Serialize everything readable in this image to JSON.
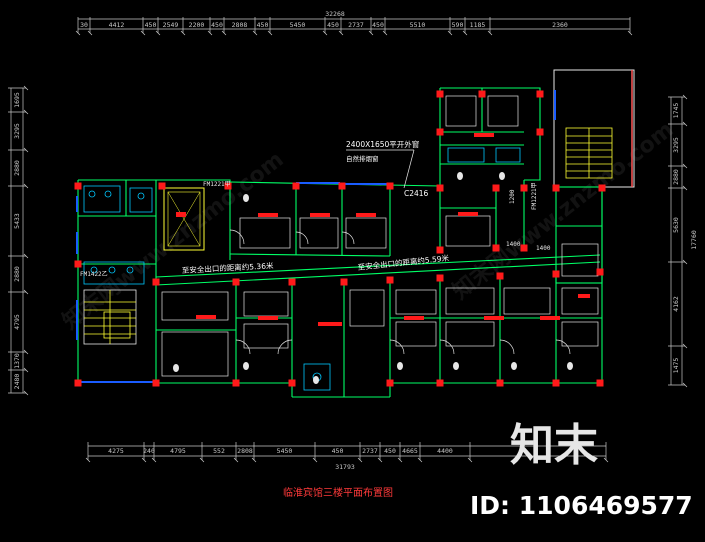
{
  "top_dims": {
    "total": "32268",
    "segments": [
      "30",
      "4412",
      "450",
      "2549",
      "2200",
      "450",
      "2808",
      "450",
      "5450",
      "450",
      "2737",
      "450",
      "5510",
      "590",
      "1185",
      "2360"
    ]
  },
  "bottom_dims": {
    "total": "31793",
    "segments": [
      "4275",
      "240",
      "4795",
      "552",
      "2808",
      "5450",
      "450",
      "2737",
      "450",
      "4665",
      "4400"
    ]
  },
  "left_dims": {
    "segments": [
      "1695",
      "3295",
      "2880",
      "5433",
      "2880",
      "4795",
      "1370",
      "2480"
    ]
  },
  "right_dims": {
    "total": "17760",
    "segments": [
      "1745",
      "3295",
      "2880",
      "5630",
      "4162",
      "1475"
    ]
  },
  "annotations": {
    "window_spec": "2400X1650平开外窗",
    "window_sub": "自然排烟窗",
    "window_code": "C2416",
    "exit_distance_1": "至安全出口的距离约5.36米",
    "exit_distance_2": "至安全出口的距离约5.59米",
    "door_fm1": "FM1221甲",
    "door_fm2": "FM1422乙",
    "door_fm3": "FM1221甲",
    "small_1": "1200",
    "small_2": "1400",
    "small_3": "1400"
  },
  "title": "临淮宾馆三楼平面布置图",
  "logo_text": "知末",
  "id_text": "ID: 1106469577",
  "watermark": "知末网www.znzmo.com",
  "colors": {
    "wall": "#00ff66",
    "dim": "#c8c8c8",
    "column": "#ff1a1a",
    "window": "#1a5cff",
    "fixture": "#00c8ff",
    "title": "#ff3a3a",
    "stair": "#ffff33"
  }
}
